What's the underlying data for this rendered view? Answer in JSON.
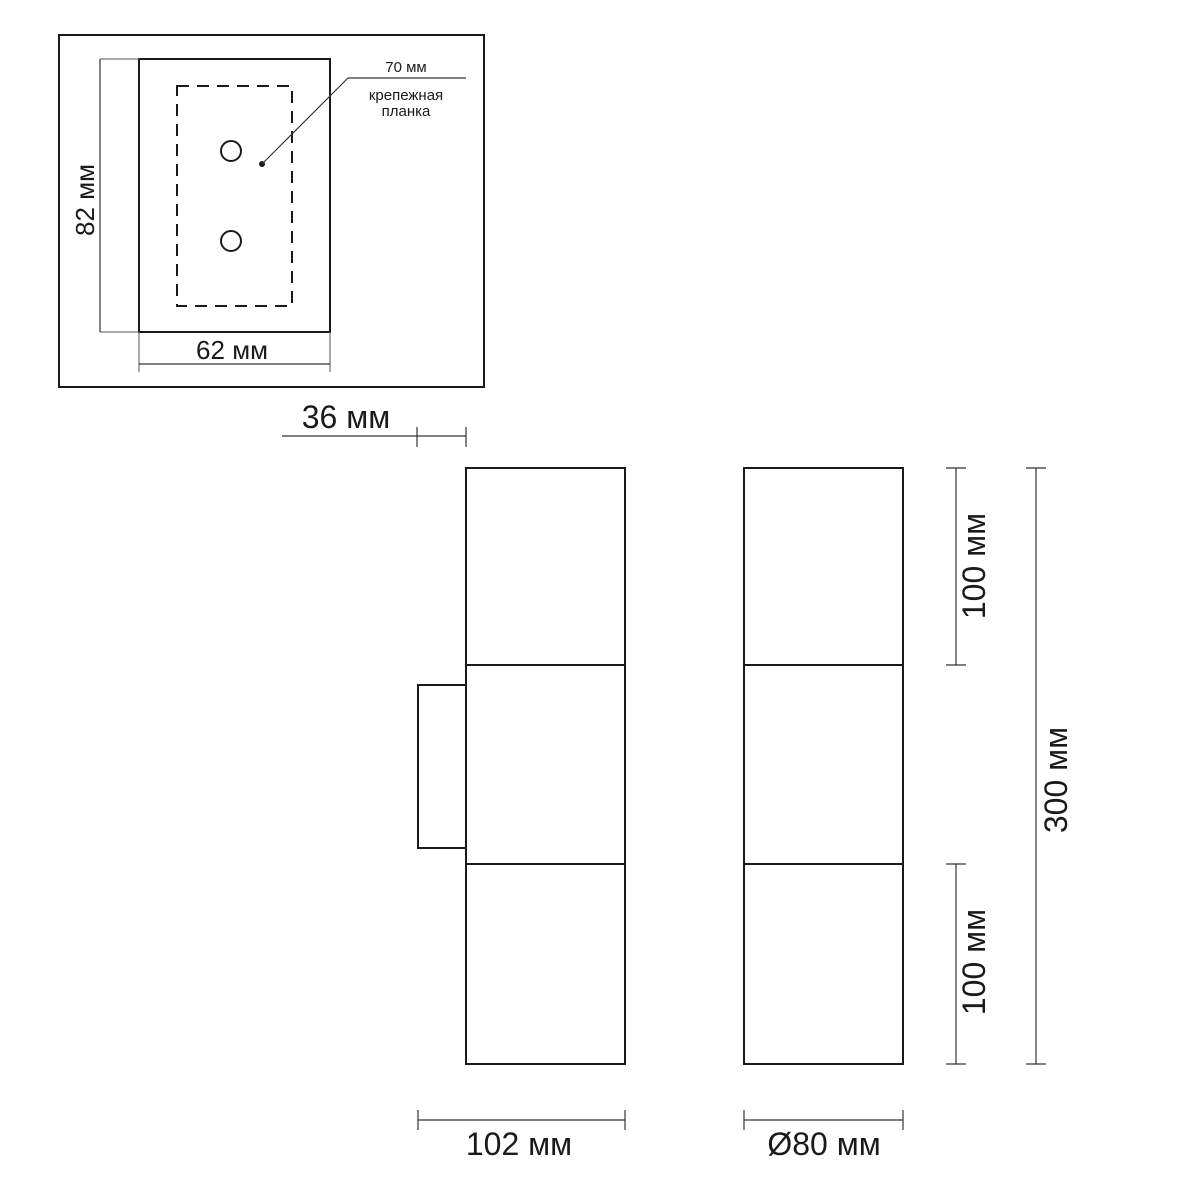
{
  "plate_inset": {
    "height_label": "82 мм",
    "width_label": "62 мм",
    "callout_value": "70 мм",
    "callout_text_line1": "крепежная",
    "callout_text_line2": "планка"
  },
  "side_view": {
    "offset_label": "36 мм",
    "width_label": "102 мм"
  },
  "front_view": {
    "top_section_label": "100 мм",
    "bottom_section_label": "100 мм",
    "total_height_label": "300 мм",
    "diameter_label": "Ø80 мм"
  }
}
